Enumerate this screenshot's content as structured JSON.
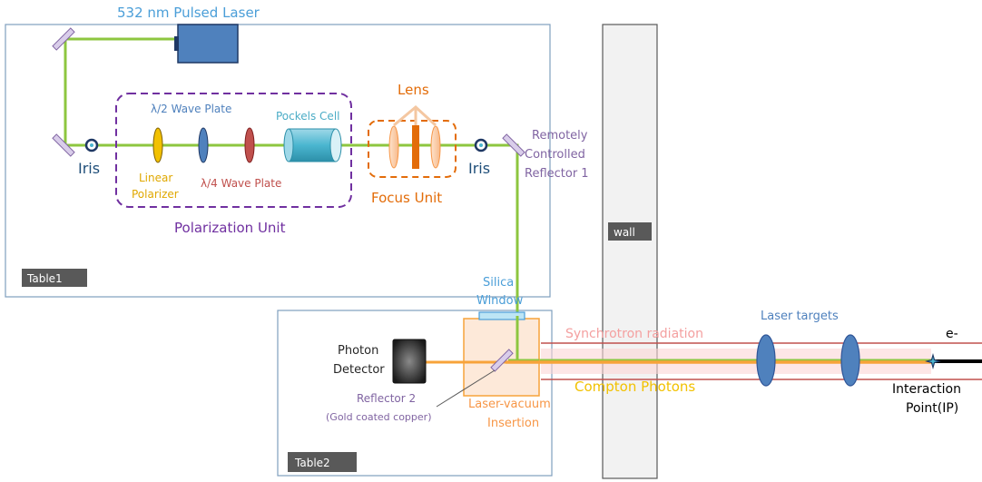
{
  "labels": {
    "laser": "532 nm Pulsed Laser",
    "iris_left": "Iris",
    "iris_right": "Iris",
    "half_wave": "λ/2 Wave Plate",
    "quarter_wave": "λ/4 Wave Plate",
    "pockels": "Pockels Cell",
    "linear_pol_1": "Linear",
    "linear_pol_2": "Polarizer",
    "lens": "Lens",
    "focus_unit": "Focus Unit",
    "polarization_unit": "Polarization Unit",
    "reflector1_1": "Remotely",
    "reflector1_2": "Controlled",
    "reflector1_3": "Reflector 1",
    "table1": "Table1",
    "table2": "Table2",
    "wall": "wall",
    "silica_1": "Silica",
    "silica_2": "Window",
    "photon_det_1": "Photon",
    "photon_det_2": "Detector",
    "reflector2_1": "Reflector 2",
    "reflector2_2": "(Gold coated copper)",
    "insertion_1": "Laser-vacuum",
    "insertion_2": "Insertion",
    "synchrotron": "Synchrotron radiation",
    "compton": "Compton Photons",
    "laser_targets": "Laser targets",
    "electron": "e-",
    "ip_1": "Interaction",
    "ip_2": "Point(IP)"
  },
  "colors": {
    "beam_green": "#8dc63f",
    "table_border": "#7f9fbf",
    "laser_box": "#4f81bd",
    "polarization_purple": "#7030a0",
    "focus_orange": "#e36c09",
    "compton_orange": "#f7a33a",
    "synchrotron_pink": "#f4a0a0",
    "pipe_red": "#c0504d",
    "target_blue": "#4f81bd",
    "label_blue": "#4a9ed8",
    "label_purple": "#8064a2",
    "yellow": "#f2c100"
  }
}
